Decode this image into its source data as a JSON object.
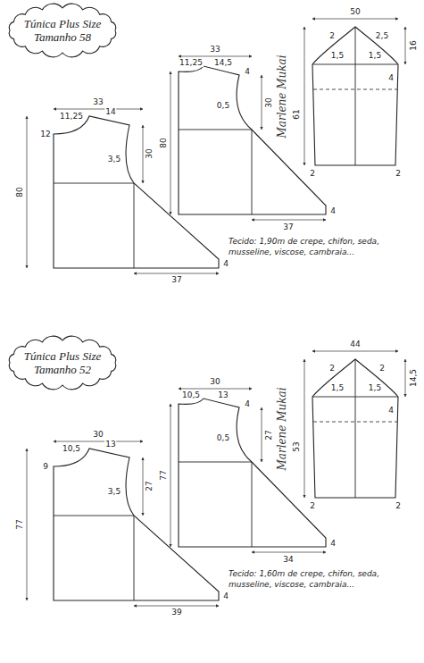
{
  "diagram": {
    "nodes": [
      {
        "text": [
          "Túnica Plus Size",
          "Tamanho 58"
        ]
      },
      {
        "text": [
          "Túnica Plus Size",
          "Tamanho 52"
        ]
      }
    ],
    "labels": [
      "33",
      "11,25",
      "12",
      "14",
      "3,5",
      "30",
      "80",
      "37",
      "4",
      "33",
      "11,25",
      "14,5",
      "4",
      "0,5",
      "30",
      "80",
      "37",
      "4",
      "50",
      "2",
      "2,5",
      "1,5",
      "1,5",
      "16",
      "4",
      "61",
      "2",
      "2",
      "Marlene Mukai",
      "Tecido: 1,90m de crepe, chifon, seda, musseline, viscose, cambraia...",
      "30",
      "10,5",
      "9",
      "13",
      "3,5",
      "27",
      "77",
      "39",
      "4",
      "30",
      "10,5",
      "13",
      "4",
      "0,5",
      "27",
      "77",
      "34",
      "4",
      "44",
      "2",
      "2",
      "1,5",
      "1,5",
      "14,5",
      "4",
      "53",
      "2",
      "2",
      "Marlene Mukai",
      "Tecido: 1,60m de crepe, chifon, seda, musseline, viscose, cambraia..."
    ]
  }
}
